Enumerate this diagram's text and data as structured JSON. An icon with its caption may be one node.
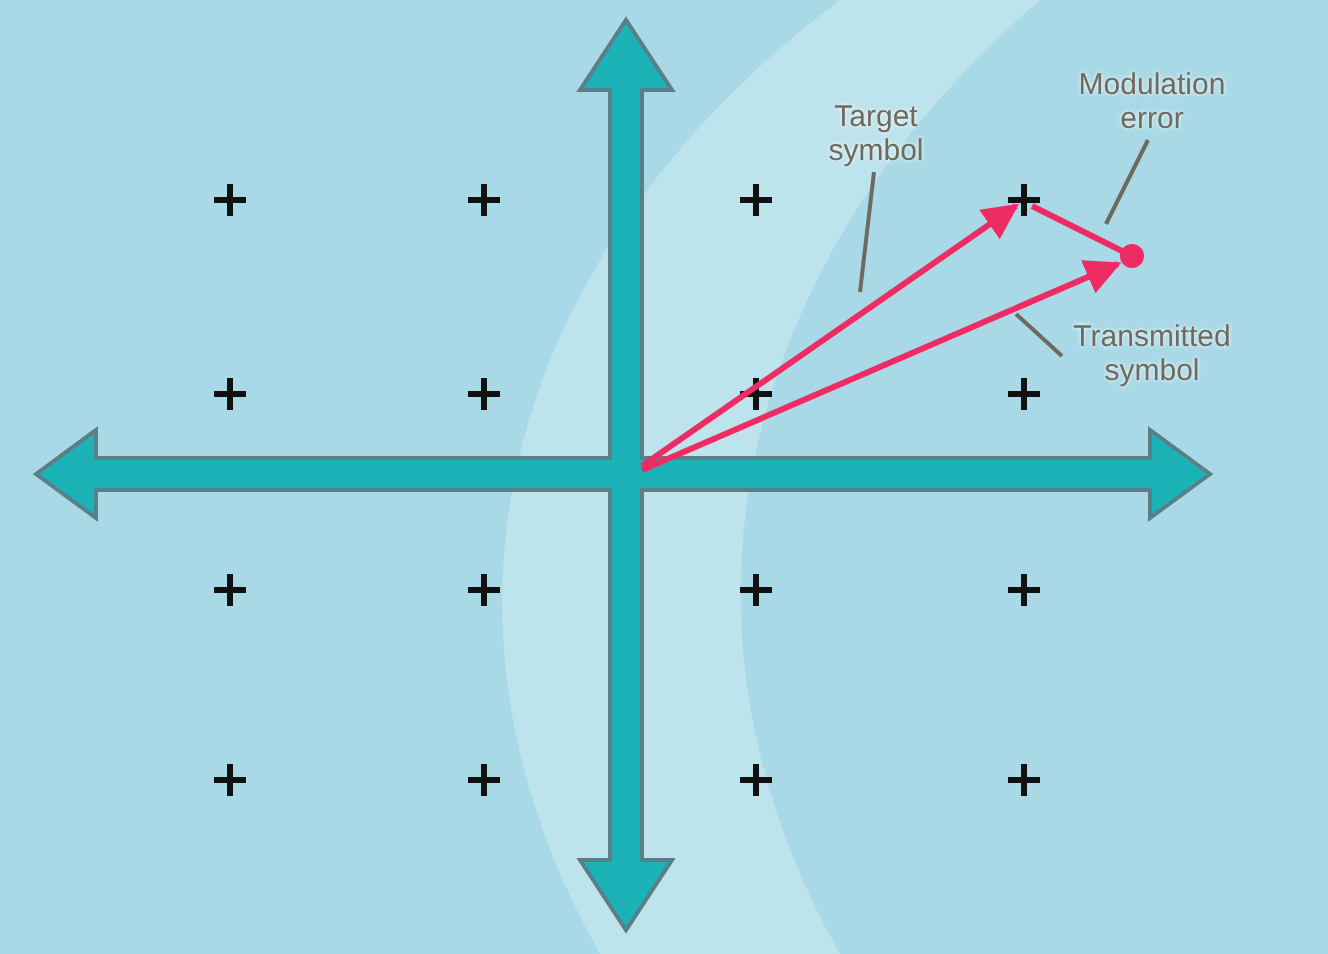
{
  "diagram": {
    "nodes": [
      {
        "text": [
          "Target symbol"
        ]
      },
      {
        "text": [
          "Modulation error"
        ]
      },
      {
        "text": [
          "Transmitted symbol"
        ]
      }
    ],
    "edges": [
      {
        "from": 0,
        "to": null,
        "arrow": "none"
      },
      {
        "from": 1,
        "to": null,
        "arrow": "none"
      },
      {
        "from": 2,
        "to": null,
        "arrow": "none"
      }
    ]
  }
}
